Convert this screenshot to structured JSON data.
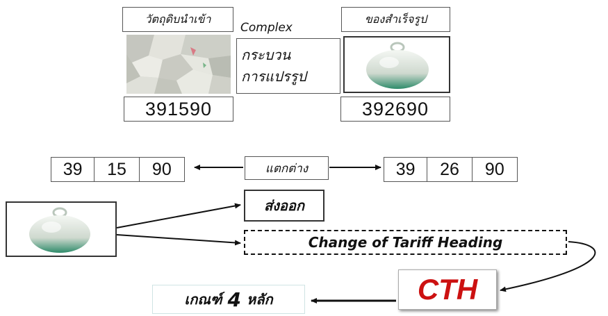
{
  "raw_material": {
    "label": "วัตถุดิบนำเข้า",
    "code": "391590",
    "image": "rock-fragments-image"
  },
  "process": {
    "complex_label": "Complex",
    "line1": "กระบวน",
    "line2": "การแปรรูป"
  },
  "finished_goods": {
    "label": "ของสำเร็จรูป",
    "code": "392690",
    "image": "ceramic-ball-ornament-image"
  },
  "comparison": {
    "left_codes": [
      "39",
      "15",
      "90"
    ],
    "middle_label": "แตกต่าง",
    "right_codes": [
      "39",
      "26",
      "90"
    ]
  },
  "export": {
    "label": "ส่งออก",
    "image": "ceramic-ball-ornament-image"
  },
  "rule": {
    "full_name": "Change of Tariff Heading",
    "abbreviation": "CTH",
    "result_prefix": "เกณฑ์",
    "result_number": "4",
    "result_suffix": "หลัก"
  },
  "colors": {
    "cth_red": "#cc1111",
    "ball_green": "#2e8b6a"
  }
}
